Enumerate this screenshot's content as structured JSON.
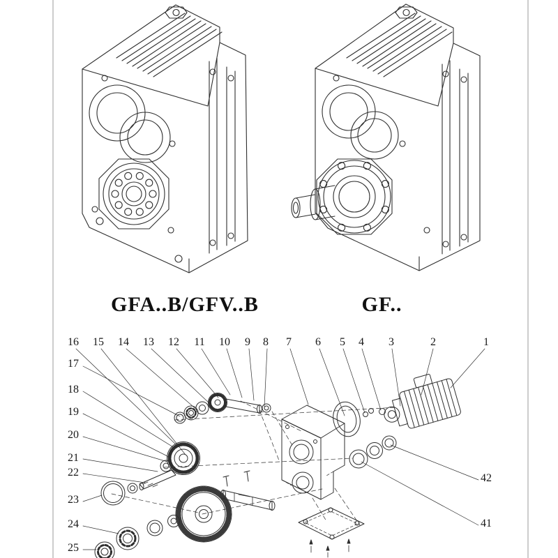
{
  "page": {
    "background": "#ffffff",
    "line_color": "#2e2e2e"
  },
  "models": {
    "left": {
      "label": "GFA..B/GFV..B"
    },
    "right": {
      "label": "GF.."
    }
  },
  "exploded": {
    "callouts_top": [
      "16",
      "15",
      "14",
      "13",
      "12",
      "11",
      "10",
      "9",
      "8",
      "7",
      "6",
      "5",
      "4",
      "3",
      "2",
      "1"
    ],
    "callouts_left": [
      "17",
      "18",
      "19",
      "20",
      "21",
      "22",
      "23",
      "24",
      "25"
    ],
    "callouts_right": [
      "42",
      "41"
    ]
  }
}
